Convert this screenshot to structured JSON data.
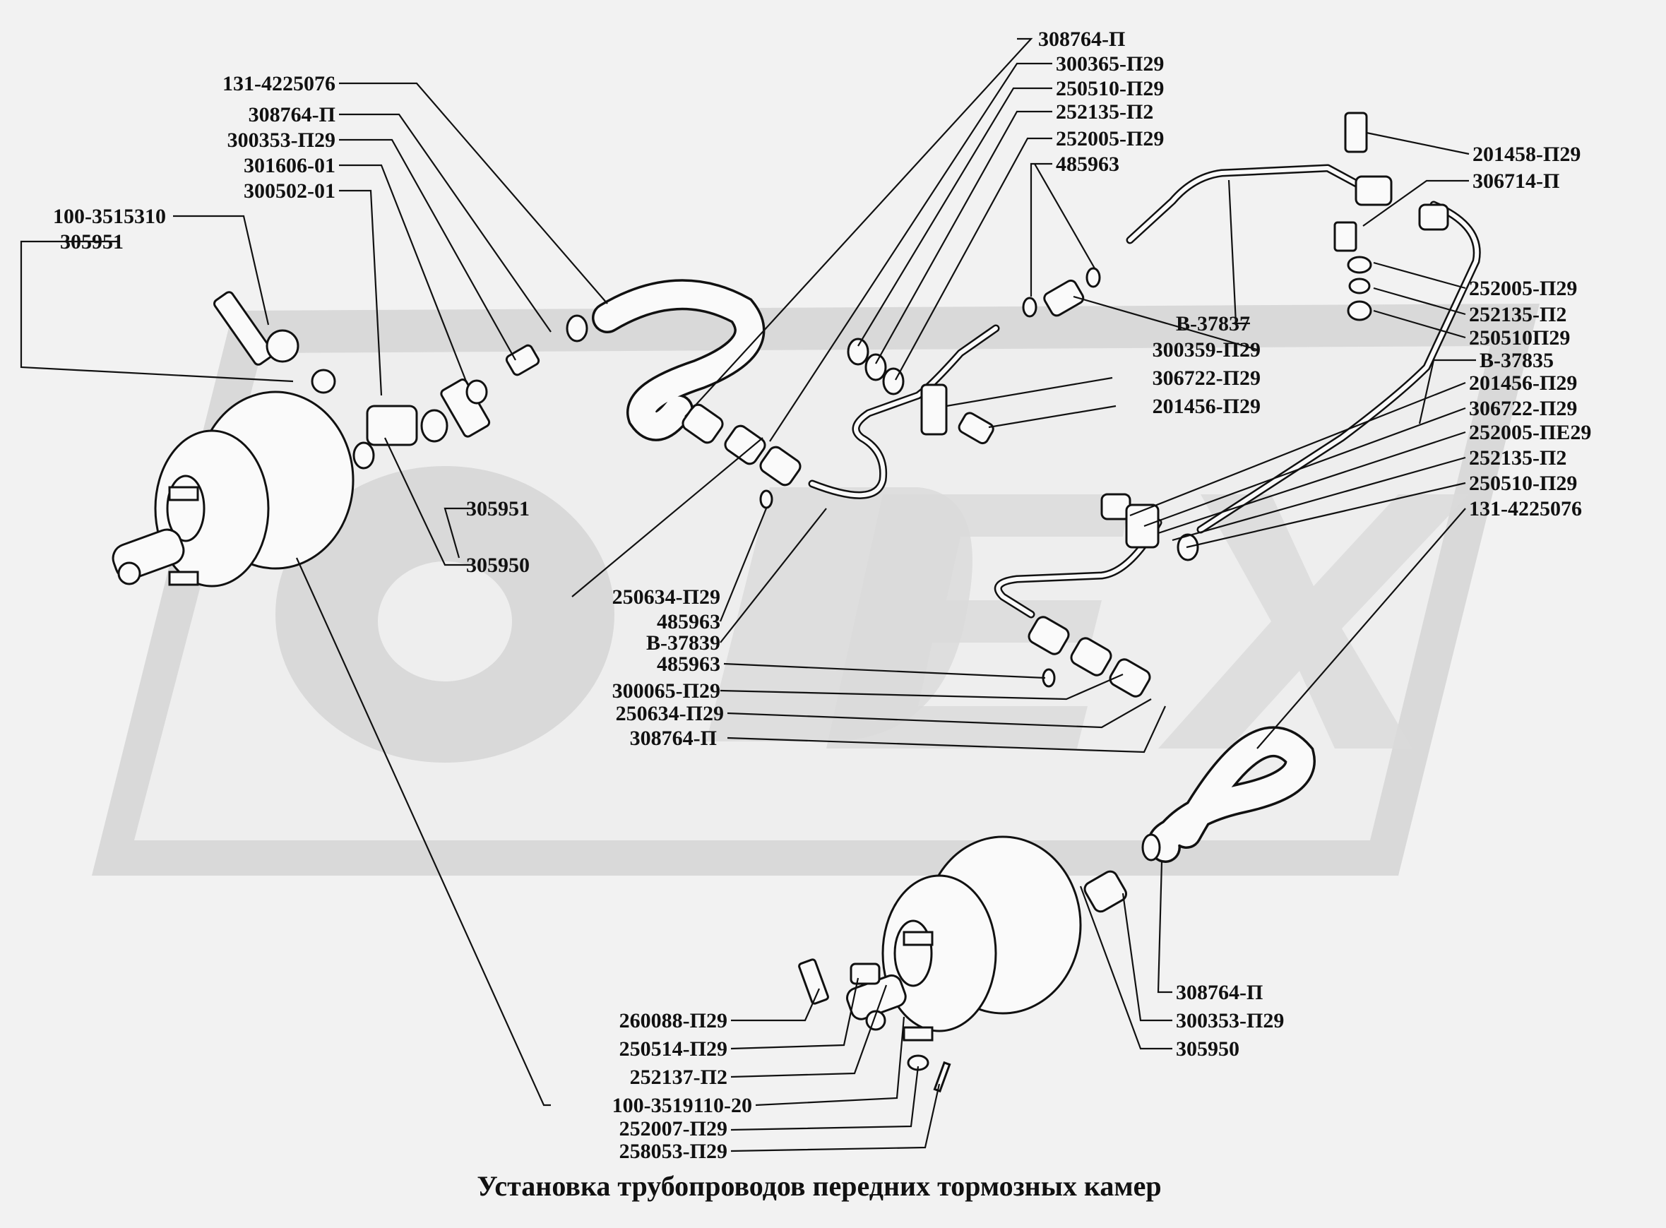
{
  "caption": "Установка трубопроводов передних тормозных камер",
  "watermark": {
    "text": "ODEX",
    "color": "#dcdcdc"
  },
  "colors": {
    "background": "#f2f2f2",
    "line": "#111111"
  },
  "parts": {
    "top_left": [
      "131-4225076",
      "308764-П",
      "300353-П29",
      "301606-01",
      "300502-01",
      "100-3515310",
      "305951"
    ],
    "top_center": [
      "308764-П",
      "300365-П29",
      "250510-П29",
      "252135-П2",
      "252005-П29",
      "485963"
    ],
    "center_mid": [
      "305951",
      "305950",
      "250634-П29",
      "485963",
      "В-37839",
      "485963",
      "300065-П29",
      "250634-П29",
      "308764-П"
    ],
    "center_right": [
      "В-37837",
      "300359-П29",
      "306722-П29",
      "201456-П29"
    ],
    "right": [
      "201458-П29",
      "306714-П",
      "252005-П29",
      "252135-П2",
      "250510П29",
      "В-37835",
      "201456-П29",
      "306722-П29",
      "252005-ПЕ29",
      "252135-П2",
      "250510-П29",
      "131-4225076"
    ],
    "bottom_right": [
      "308764-П",
      "300353-П29",
      "305950"
    ],
    "bottom_left": [
      "260088-П29",
      "250514-П29",
      "252137-П2",
      "100-3519110-20",
      "252007-П29",
      "258053-П29"
    ]
  }
}
